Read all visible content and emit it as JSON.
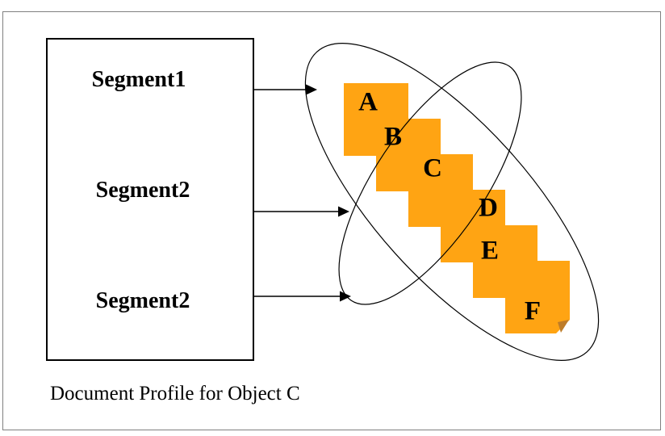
{
  "diagram": {
    "caption": "Document Profile for Object C",
    "source_box": {
      "segments": [
        {
          "label": "Segment1"
        },
        {
          "label": "Segment2"
        },
        {
          "label": "Segment2"
        }
      ]
    },
    "objects": [
      {
        "label": "A"
      },
      {
        "label": "B"
      },
      {
        "label": "C"
      },
      {
        "label": "D"
      },
      {
        "label": "E"
      },
      {
        "label": "F"
      }
    ],
    "colors": {
      "object_fill": "#FFA413",
      "object_fold": "#BE7C28",
      "line": "#000000",
      "frame_border": "#808080"
    }
  }
}
